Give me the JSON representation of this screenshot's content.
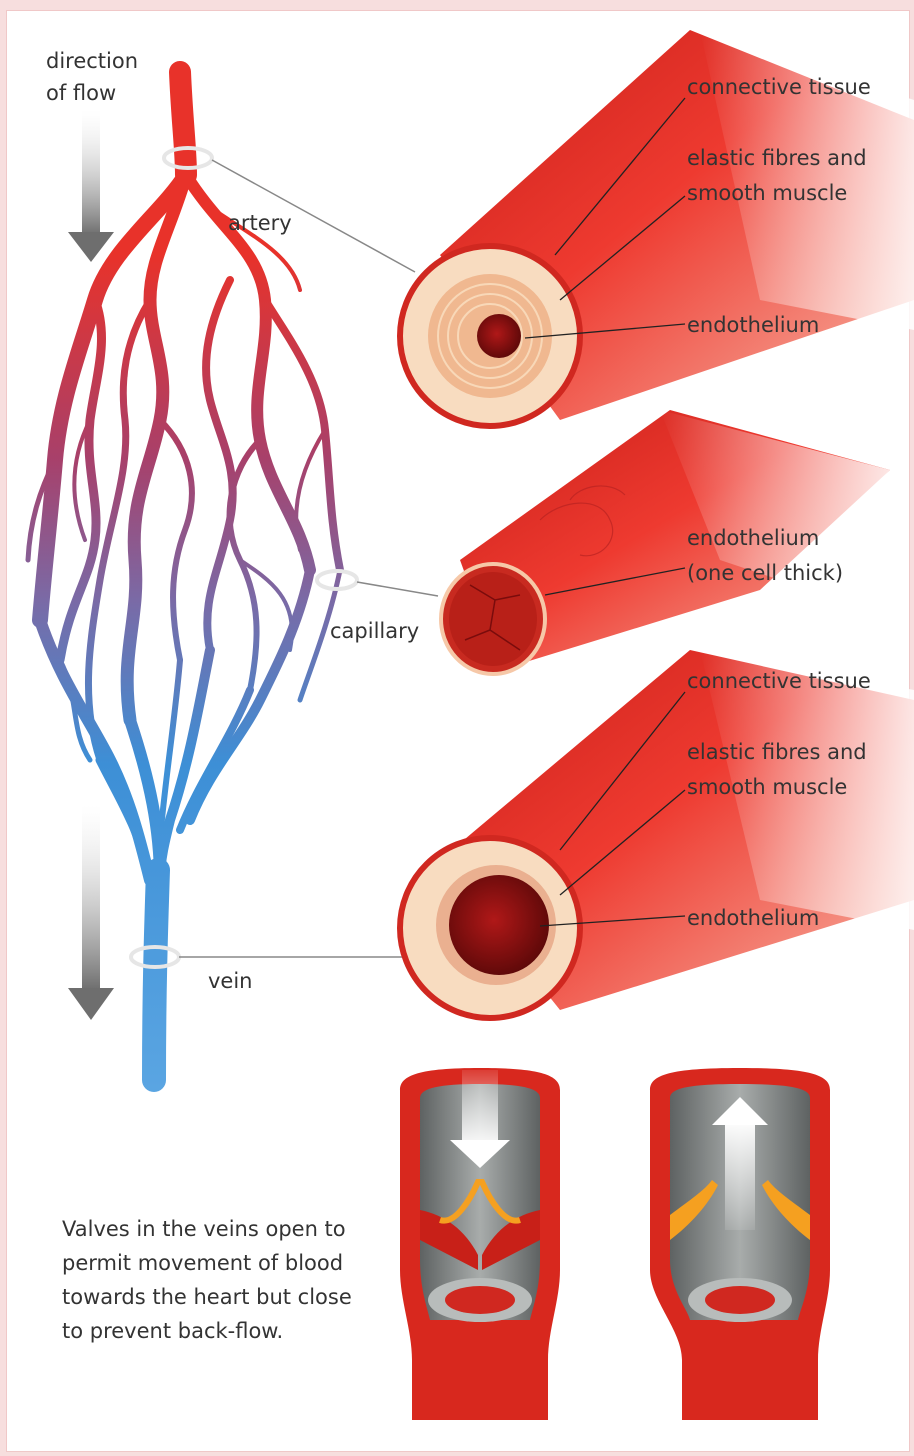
{
  "direction_label": [
    "direction",
    "of flow"
  ],
  "vessel_labels": {
    "artery": "artery",
    "capillary": "capillary",
    "vein": "vein"
  },
  "artery_layers": {
    "outer": "connective tissue",
    "middle": [
      "elastic fibres and",
      "smooth muscle"
    ],
    "inner": "endothelium"
  },
  "capillary_layers": {
    "inner": [
      "endothelium",
      "(one cell thick)"
    ]
  },
  "vein_layers": {
    "outer": "connective tissue",
    "middle": [
      "elastic fibres and",
      "smooth muscle"
    ],
    "inner": "endothelium"
  },
  "valve_caption": [
    "Valves in the veins open to",
    "permit movement of blood",
    "towards the heart but close",
    "to prevent back-flow."
  ],
  "colors": {
    "artery_red": "#e8322a",
    "vein_blue": "#3d8fd6",
    "capillary_purple": "#8a5a9a",
    "tissue_beige": "#f8d8b8",
    "lumen_dark": "#8c1010",
    "arrow_grey": "#7a7a7a"
  }
}
